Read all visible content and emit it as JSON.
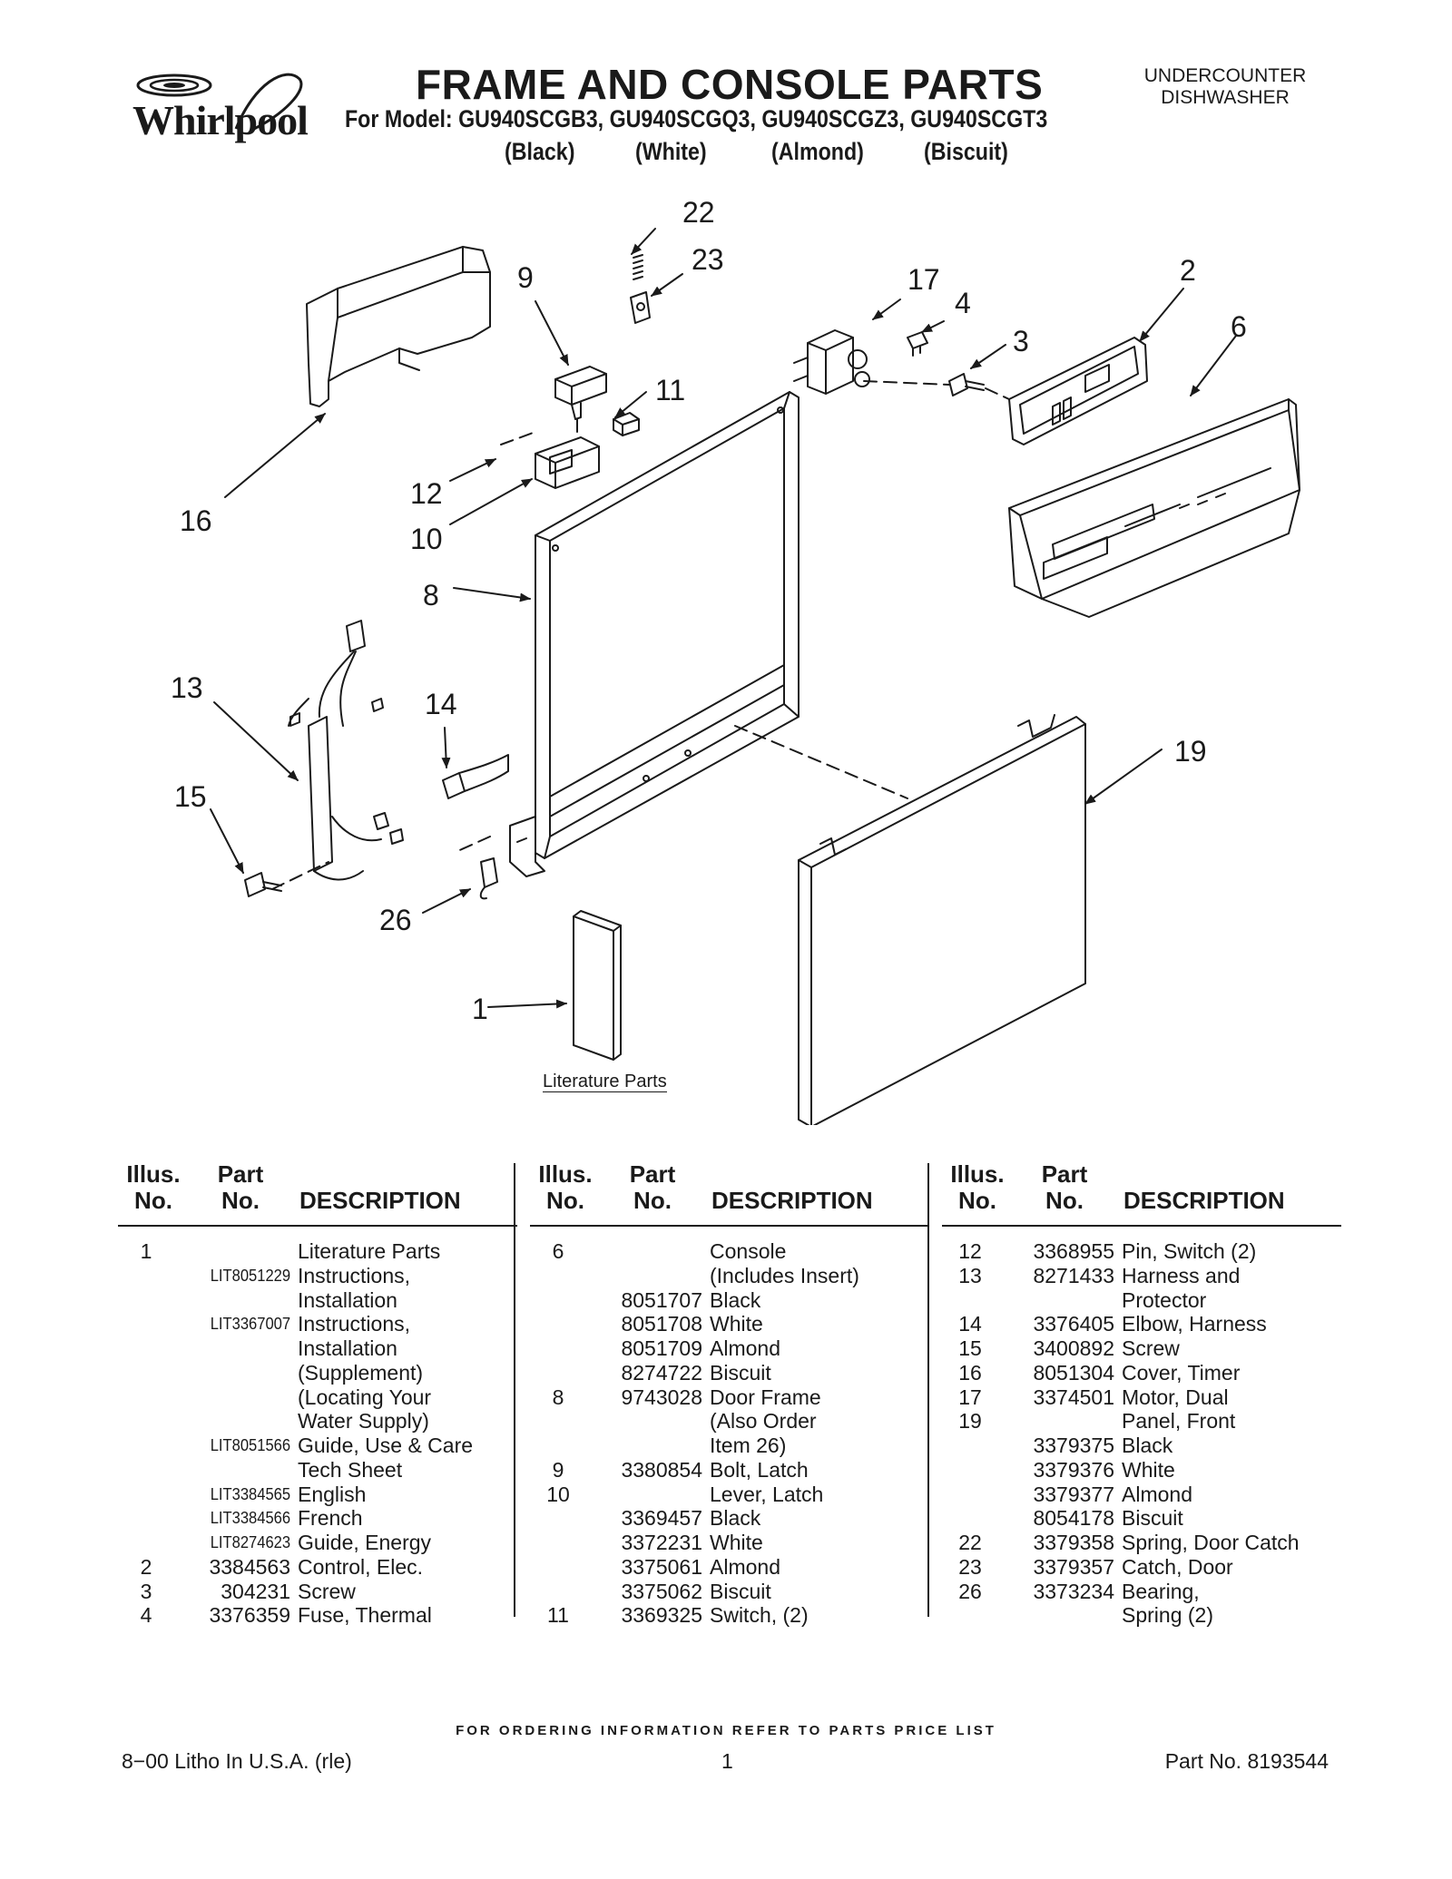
{
  "header": {
    "brand": "Whirlpool",
    "title": "FRAME AND CONSOLE PARTS",
    "model_line": "For Model: GU940SCGB3, GU940SCGQ3, GU940SCGZ3, GU940SCGT3",
    "colors": [
      "(Black)",
      "(White)",
      "(Almond)",
      "(Biscuit)"
    ],
    "product_type": [
      "UNDERCOUNTER",
      "DISHWASHER"
    ]
  },
  "diagram": {
    "callouts": [
      "22",
      "23",
      "9",
      "17",
      "4",
      "2",
      "6",
      "3",
      "11",
      "16",
      "12",
      "10",
      "8",
      "13",
      "14",
      "19",
      "15",
      "26",
      "1"
    ],
    "literature_caption": "Literature Parts"
  },
  "table_headers": {
    "illus": [
      "Illus.",
      "No."
    ],
    "part": [
      "Part",
      "No."
    ],
    "description": "DESCRIPTION"
  },
  "parts_columns": [
    [
      {
        "illus": "1",
        "part": "",
        "desc": "Literature Parts"
      },
      {
        "illus": "",
        "part": "LIT8051229",
        "desc": "Instructions,"
      },
      {
        "illus": "",
        "part": "",
        "desc": "Installation"
      },
      {
        "illus": "",
        "part": "LIT3367007",
        "desc": "Instructions,"
      },
      {
        "illus": "",
        "part": "",
        "desc": "Installation"
      },
      {
        "illus": "",
        "part": "",
        "desc": "(Supplement)"
      },
      {
        "illus": "",
        "part": "",
        "desc": "(Locating Your"
      },
      {
        "illus": "",
        "part": "",
        "desc": "Water Supply)"
      },
      {
        "illus": "",
        "part": "LIT8051566",
        "desc": "Guide, Use & Care"
      },
      {
        "illus": "",
        "part": "",
        "desc": "Tech Sheet"
      },
      {
        "illus": "",
        "part": "LIT3384565",
        "desc": "English"
      },
      {
        "illus": "",
        "part": "LIT3384566",
        "desc": "French"
      },
      {
        "illus": "",
        "part": "LIT8274623",
        "desc": "Guide, Energy"
      },
      {
        "illus": "2",
        "part": "3384563",
        "desc": "Control, Elec."
      },
      {
        "illus": "3",
        "part": "304231",
        "desc": "Screw"
      },
      {
        "illus": "4",
        "part": "3376359",
        "desc": "Fuse, Thermal"
      }
    ],
    [
      {
        "illus": "6",
        "part": "",
        "desc": "Console"
      },
      {
        "illus": "",
        "part": "",
        "desc": "(Includes Insert)"
      },
      {
        "illus": "",
        "part": "8051707",
        "desc": "Black"
      },
      {
        "illus": "",
        "part": "8051708",
        "desc": "White"
      },
      {
        "illus": "",
        "part": "8051709",
        "desc": "Almond"
      },
      {
        "illus": "",
        "part": "8274722",
        "desc": "Biscuit"
      },
      {
        "illus": "8",
        "part": "9743028",
        "desc": "Door Frame"
      },
      {
        "illus": "",
        "part": "",
        "desc": "(Also Order"
      },
      {
        "illus": "",
        "part": "",
        "desc": "Item 26)"
      },
      {
        "illus": "9",
        "part": "3380854",
        "desc": "Bolt, Latch"
      },
      {
        "illus": "10",
        "part": "",
        "desc": "Lever, Latch"
      },
      {
        "illus": "",
        "part": "3369457",
        "desc": "Black"
      },
      {
        "illus": "",
        "part": "3372231",
        "desc": "White"
      },
      {
        "illus": "",
        "part": "3375061",
        "desc": "Almond"
      },
      {
        "illus": "",
        "part": "3375062",
        "desc": "Biscuit"
      },
      {
        "illus": "11",
        "part": "3369325",
        "desc": "Switch, (2)"
      }
    ],
    [
      {
        "illus": "12",
        "part": "3368955",
        "desc": "Pin, Switch (2)"
      },
      {
        "illus": "13",
        "part": "8271433",
        "desc": "Harness and"
      },
      {
        "illus": "",
        "part": "",
        "desc": "Protector"
      },
      {
        "illus": "14",
        "part": "3376405",
        "desc": "Elbow, Harness"
      },
      {
        "illus": "15",
        "part": "3400892",
        "desc": "Screw"
      },
      {
        "illus": "16",
        "part": "8051304",
        "desc": "Cover, Timer"
      },
      {
        "illus": "17",
        "part": "3374501",
        "desc": "Motor, Dual"
      },
      {
        "illus": "19",
        "part": "",
        "desc": "Panel, Front"
      },
      {
        "illus": "",
        "part": "3379375",
        "desc": "Black"
      },
      {
        "illus": "",
        "part": "3379376",
        "desc": "White"
      },
      {
        "illus": "",
        "part": "3379377",
        "desc": "Almond"
      },
      {
        "illus": "",
        "part": "8054178",
        "desc": "Biscuit"
      },
      {
        "illus": "22",
        "part": "3379358",
        "desc": "Spring, Door Catch"
      },
      {
        "illus": "23",
        "part": "3379357",
        "desc": "Catch, Door"
      },
      {
        "illus": "26",
        "part": "3373234",
        "desc": "Bearing,"
      },
      {
        "illus": "",
        "part": "",
        "desc": "Spring (2)"
      }
    ]
  ],
  "footer": {
    "order_info": "FOR ORDERING INFORMATION REFER TO PARTS PRICE LIST",
    "litho": "8−00 Litho In U.S.A. (rle)",
    "page": "1",
    "part_no": "Part No. 8193544"
  }
}
